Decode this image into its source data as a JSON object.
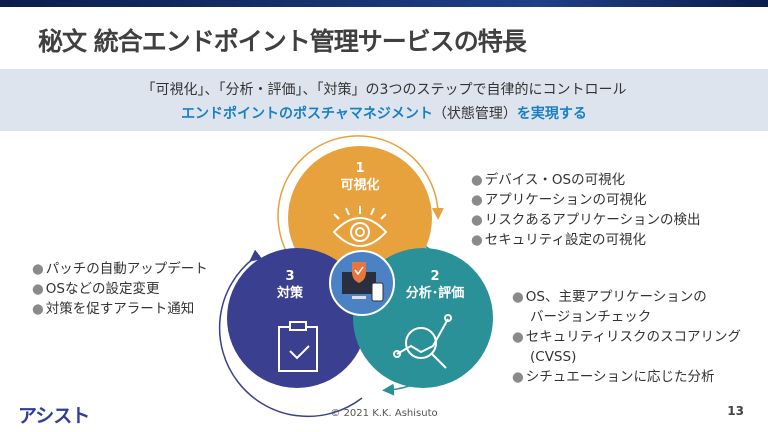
{
  "title": "秘文 統合エンドポイント管理サービスの特長",
  "banner": {
    "line1": "「可視化」、「分析・評価」、「対策」の3つのステップで自律的にコントロール",
    "line2_a": "エンドポイントのポスチャマネジメント",
    "line2_b": "（状態管理）",
    "line2_c": "を実現する"
  },
  "steps": [
    {
      "num": "1",
      "label": "可視化",
      "color": "#e8a23d",
      "icon": "eye-icon"
    },
    {
      "num": "2",
      "label": "分析･評価",
      "color": "#2a9199",
      "icon": "magnifier-chart-icon"
    },
    {
      "num": "3",
      "label": "対策",
      "color": "#3b3f8f",
      "icon": "clipboard-check-icon"
    }
  ],
  "visualize_items": [
    "デバイス・OSの可視化",
    "アプリケーションの可視化",
    "リスクあるアプリケーションの検出",
    "セキュリティ設定の可視化"
  ],
  "analysis_items": [
    "OS、主要アプリケーションの",
    "バージョンチェック",
    "セキュリティリスクのスコアリング",
    "(CVSS)",
    "シチュエーションに応じた分析"
  ],
  "action_items": [
    "パッチの自動アップデート",
    "OSなどの設定変更",
    "対策を促すアラート通知"
  ],
  "footer": {
    "logo": "アシスト",
    "copyright": "© 2021 K.K. Ashisuto",
    "page": "13"
  }
}
